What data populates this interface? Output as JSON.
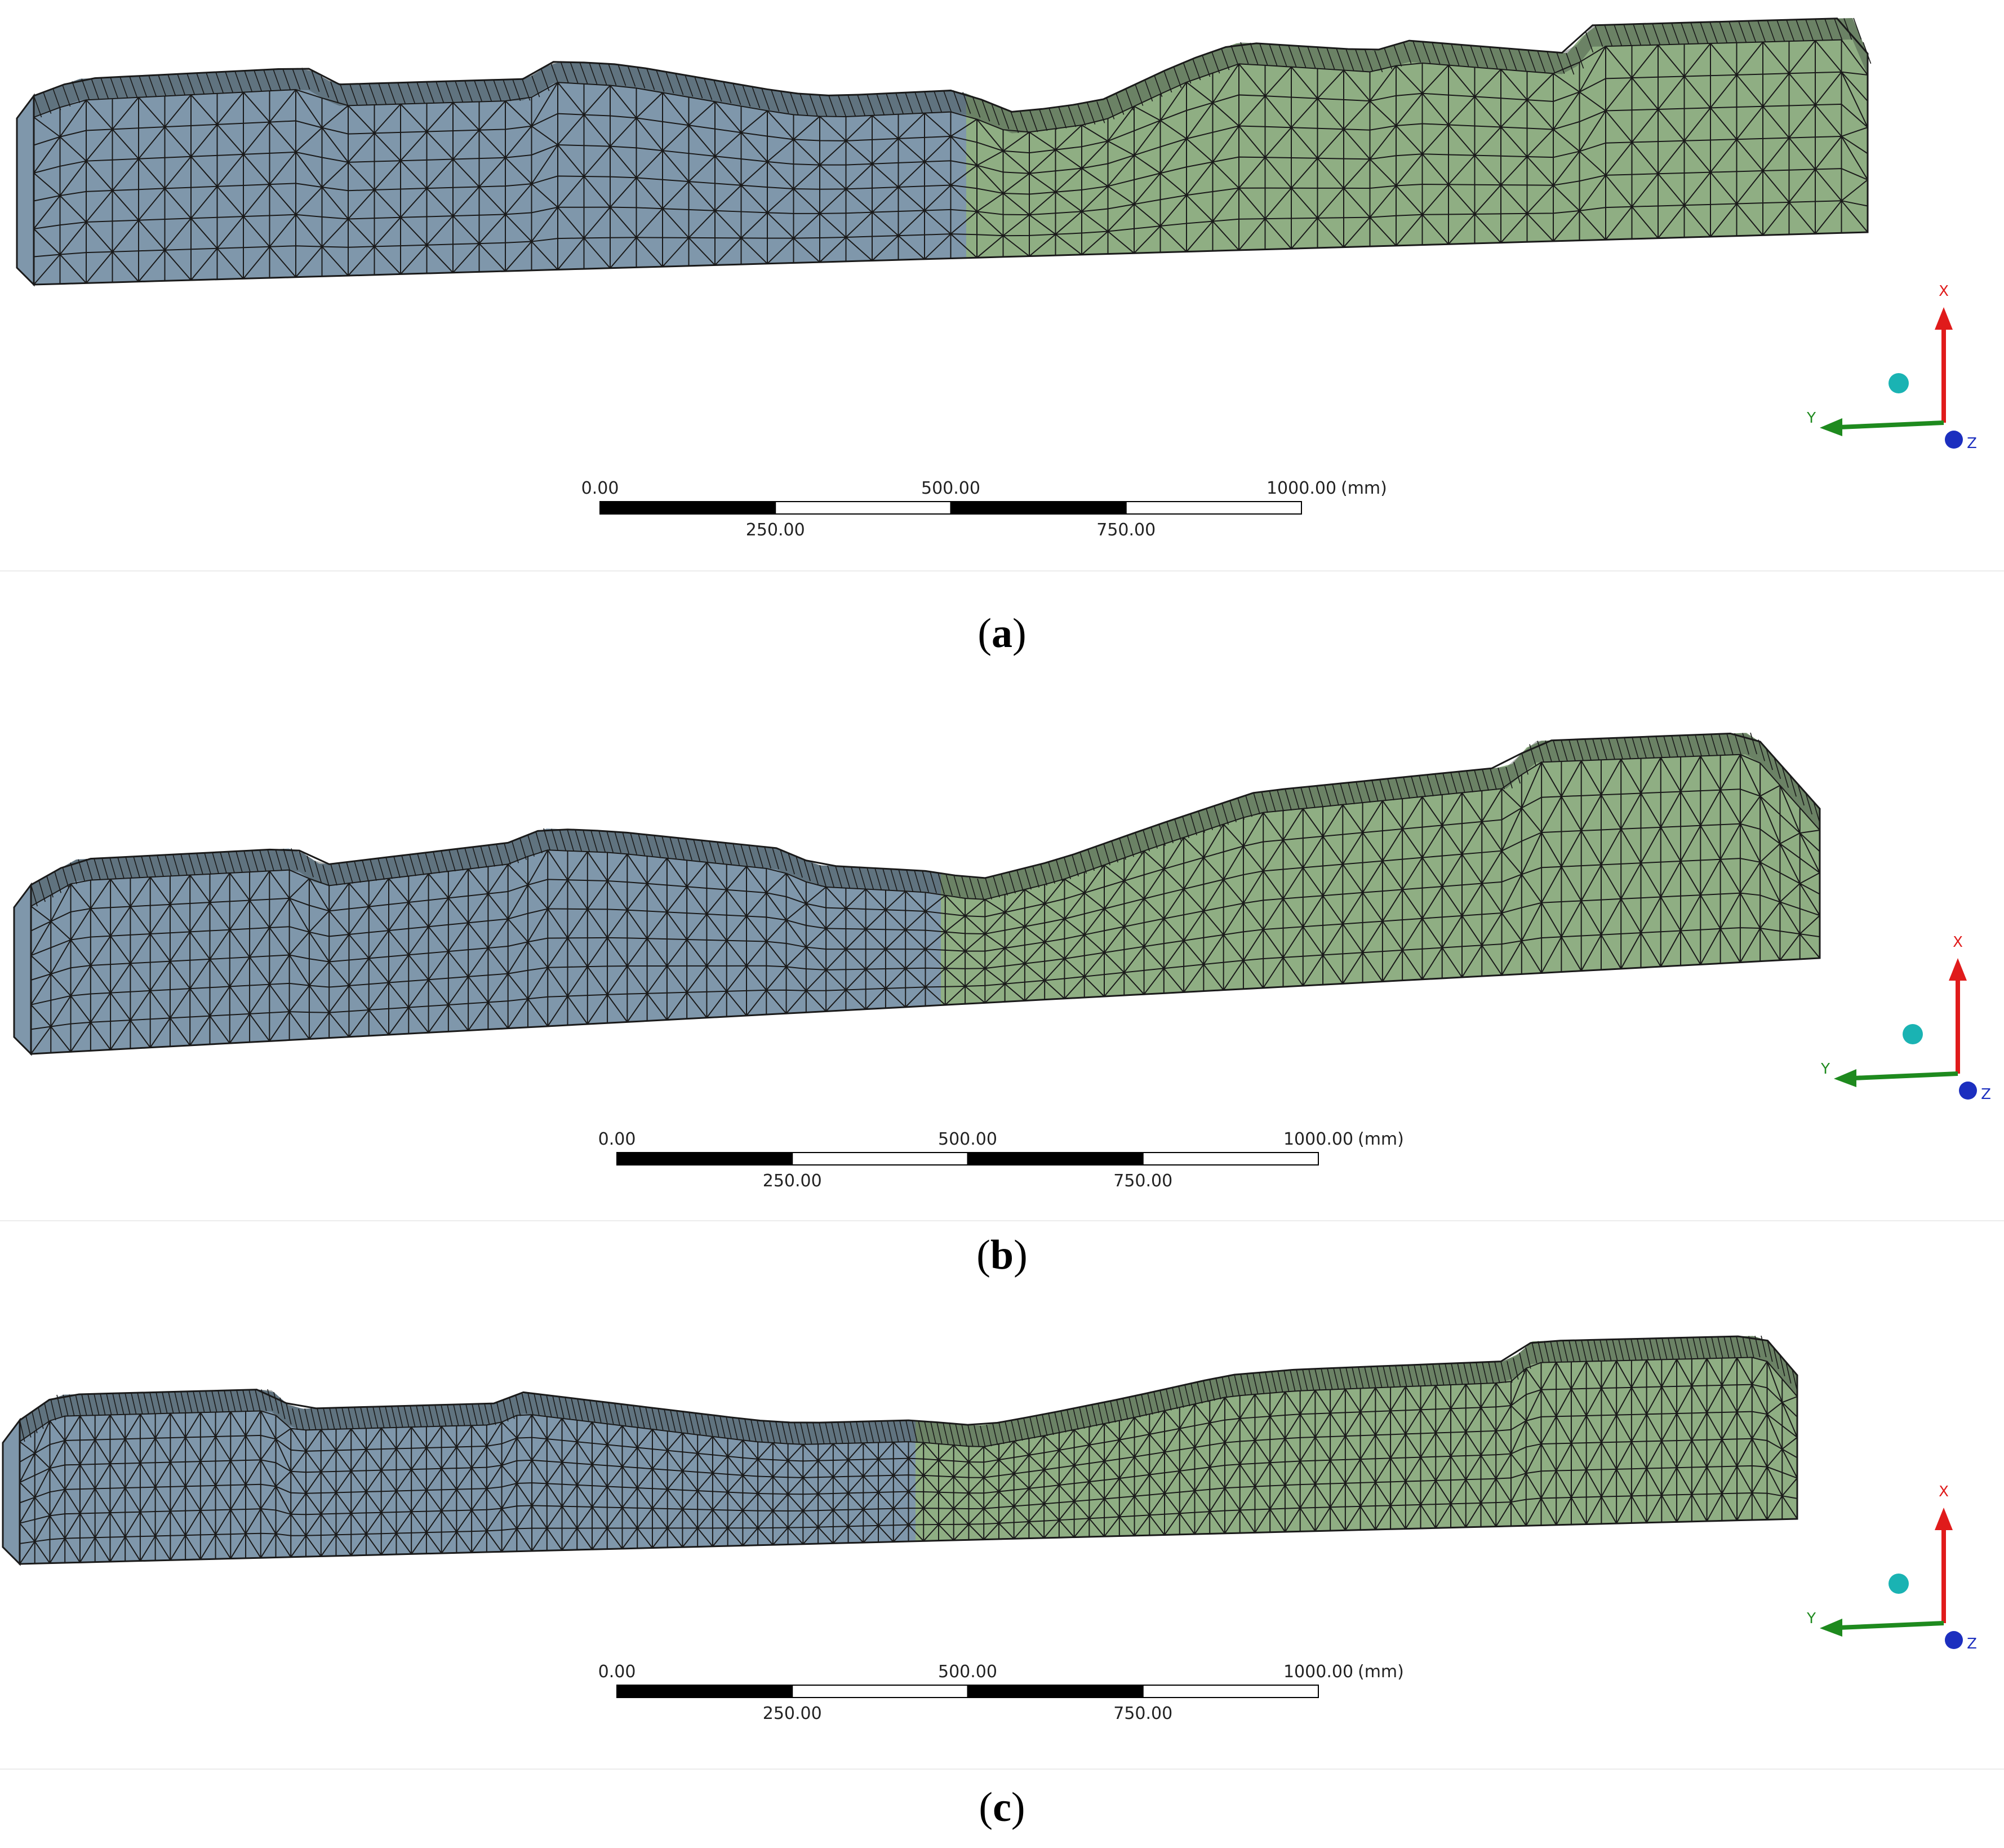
{
  "panels": [
    {
      "id": "a",
      "caption_letter": "a",
      "scale_labels_top": [
        "0.00",
        "500.00",
        "1000.00"
      ],
      "scale_labels_bottom": [
        "250.00",
        "750.00"
      ],
      "scale_unit": "(mm)",
      "mesh_density": "coarse"
    },
    {
      "id": "b",
      "caption_letter": "b",
      "scale_labels_top": [
        "0.00",
        "500.00",
        "1000.00"
      ],
      "scale_labels_bottom": [
        "250.00",
        "750.00"
      ],
      "scale_unit": "(mm)",
      "mesh_density": "medium"
    },
    {
      "id": "c",
      "caption_letter": "c",
      "scale_labels_top": [
        "0.00",
        "500.00",
        "1000.00"
      ],
      "scale_labels_bottom": [
        "250.00",
        "750.00"
      ],
      "scale_unit": "(mm)",
      "mesh_density": "fine"
    }
  ],
  "axes_labels": {
    "x": "X",
    "y": "Y",
    "z": "Z"
  },
  "colors": {
    "left_body": "#7f97ab",
    "right_body": "#8fae83",
    "mesh_line": "#1a1a1a",
    "axis_x": "#e01b1b",
    "axis_y": "#1e8a1e",
    "axis_z": "#1c2fbf",
    "axis_ball": "#1ab3b3"
  }
}
